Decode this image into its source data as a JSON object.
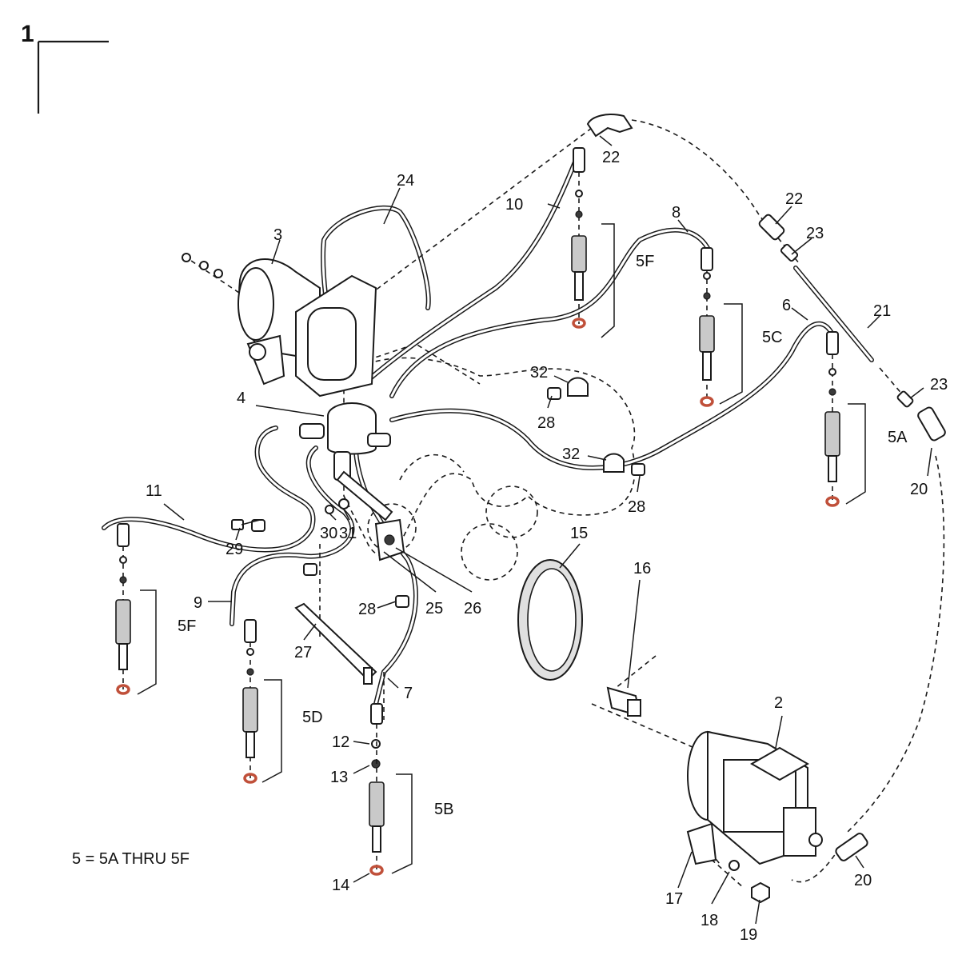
{
  "figure_label": "1",
  "note": "5 = 5A THRU 5F",
  "callouts": {
    "c2": "2",
    "c3": "3",
    "c4": "4",
    "c5A": "5A",
    "c5B": "5B",
    "c5C": "5C",
    "c5D": "5D",
    "c5F_top": "5F",
    "c5F_left": "5F",
    "c6": "6",
    "c7": "7",
    "c8": "8",
    "c9": "9",
    "c10": "10",
    "c11": "11",
    "c12": "12",
    "c13": "13",
    "c14": "14",
    "c15": "15",
    "c16": "16",
    "c17": "17",
    "c18": "18",
    "c19": "19",
    "c20_right": "20",
    "c20_bottom": "20",
    "c21": "21",
    "c22_top": "22",
    "c22_right": "22",
    "c23_top": "23",
    "c23_right": "23",
    "c24": "24",
    "c25": "25",
    "c26": "26",
    "c27": "27",
    "c28_a": "28",
    "c28_b": "28",
    "c28_c": "28",
    "c29": "29",
    "c30": "30",
    "c31": "31",
    "c32_a": "32",
    "c32_b": "32"
  },
  "colors": {
    "line": "#1a1a1a",
    "gasket_ring": "#c0503a",
    "plug_body": "#c9c9c9",
    "background": "#ffffff"
  }
}
